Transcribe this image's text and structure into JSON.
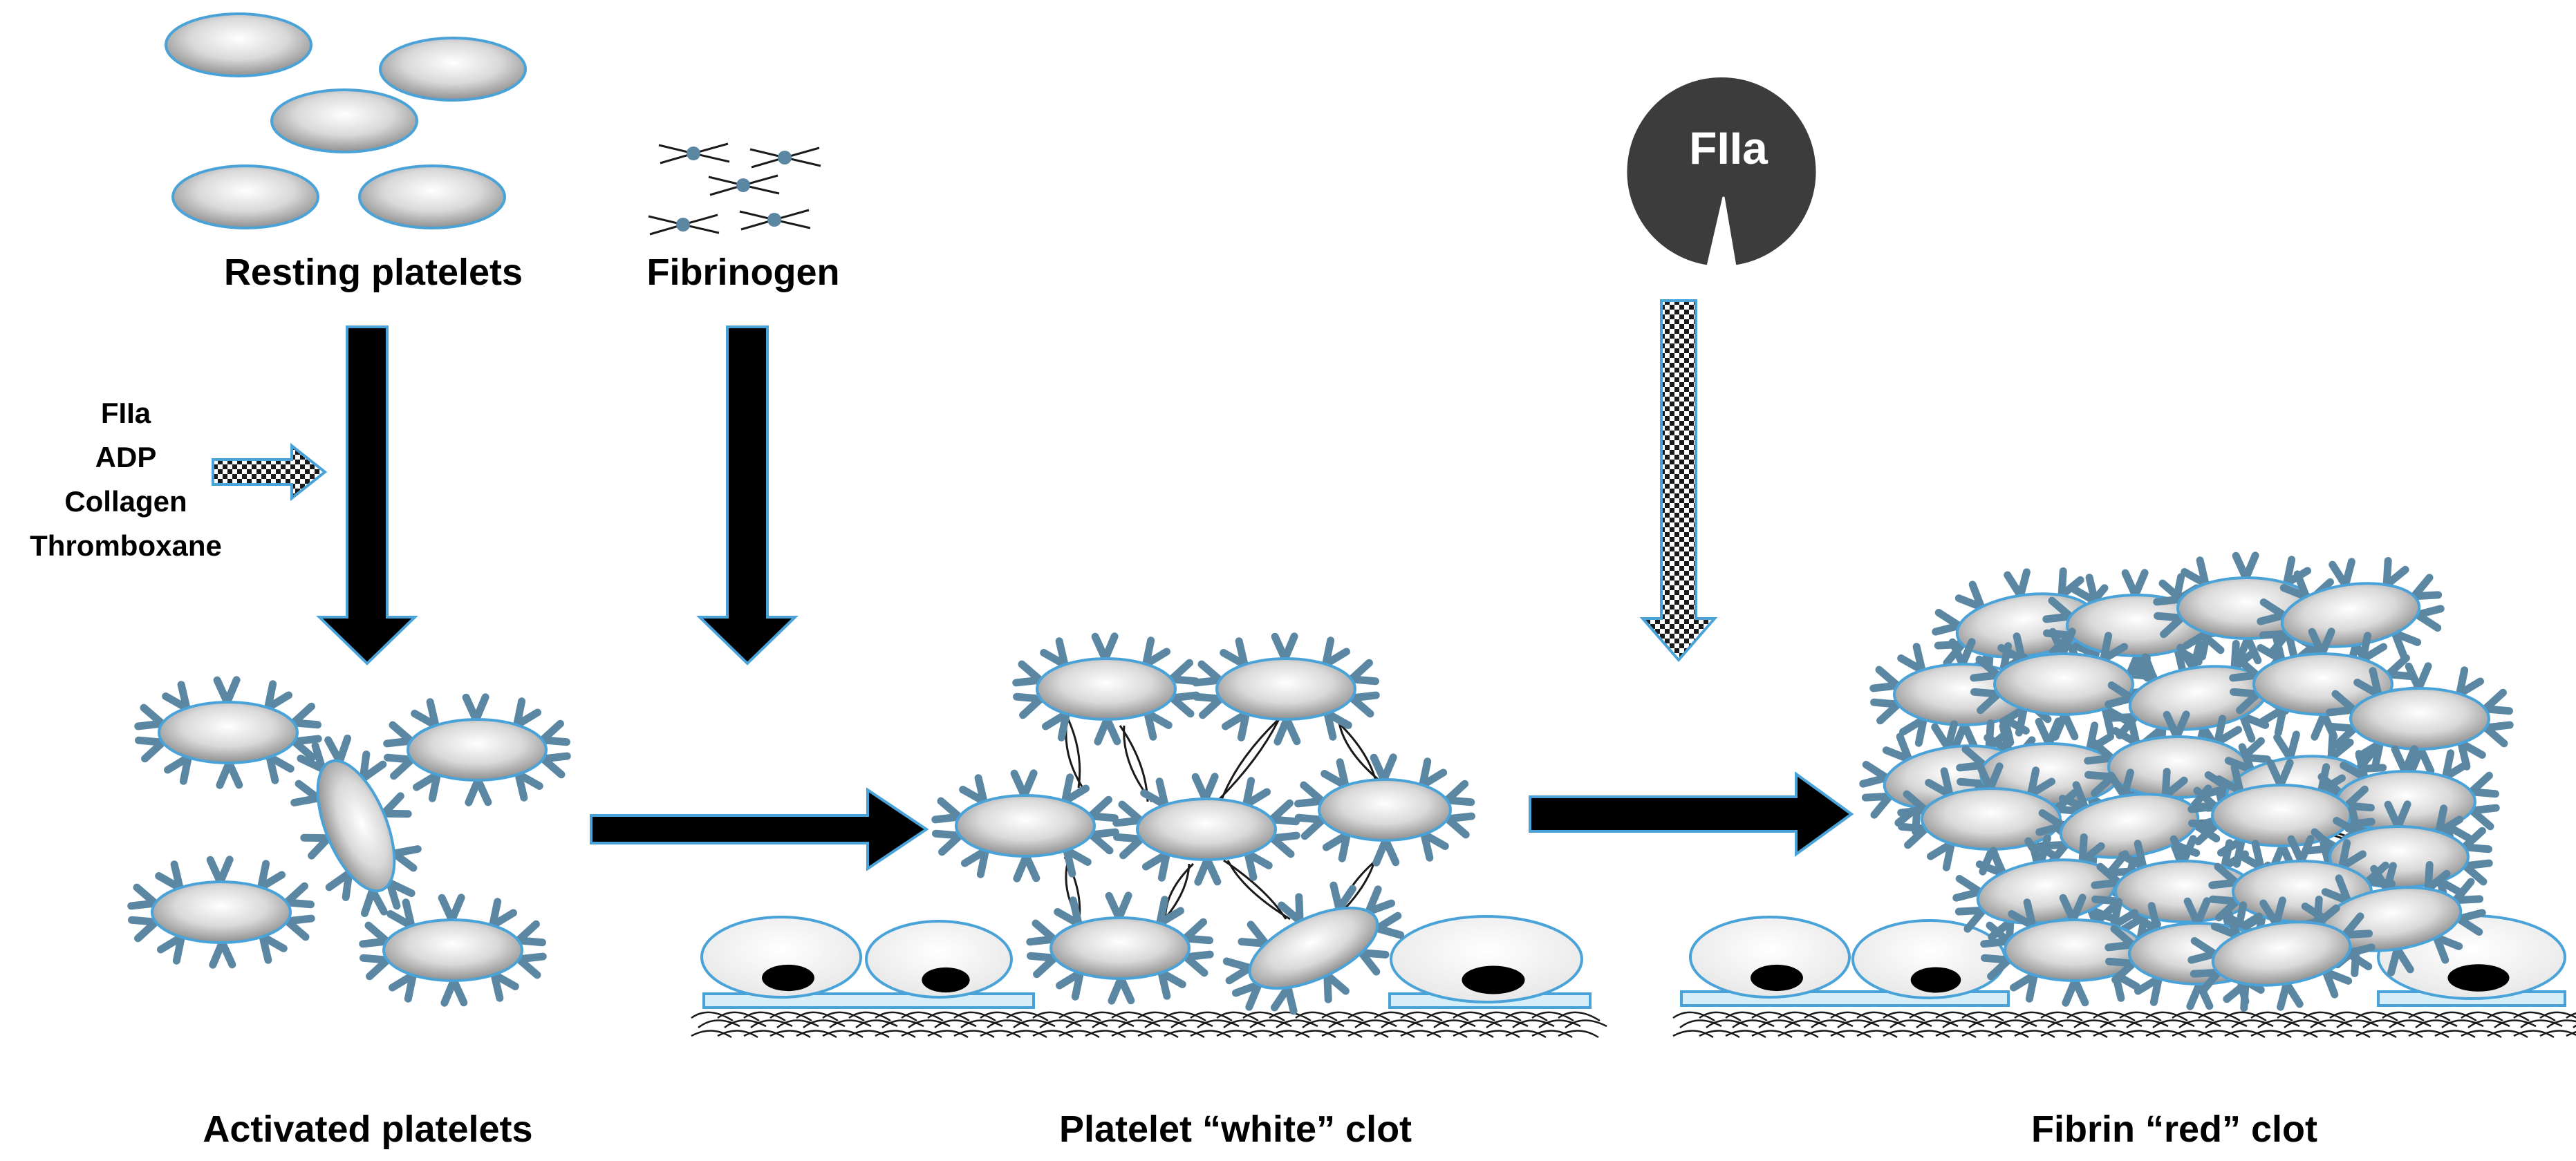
{
  "labels": {
    "resting_platelets": "Resting platelets",
    "fibrinogen": "Fibrinogen",
    "thrombin": "FIIa",
    "activators": [
      "FIIa",
      "ADP",
      "Collagen",
      "Thromboxane"
    ],
    "activated_platelets": "Activated platelets",
    "white_clot": "Platelet “white” clot",
    "red_clot": "Fibrin “red” clot"
  },
  "colors": {
    "platelet_outline": "#4aa3d8",
    "receptor": "#5b87a3",
    "arrow": "#000000",
    "thrombin": "#3c3c3c",
    "vessel_wall": "#d6eef8",
    "nucleus": "#000000"
  }
}
